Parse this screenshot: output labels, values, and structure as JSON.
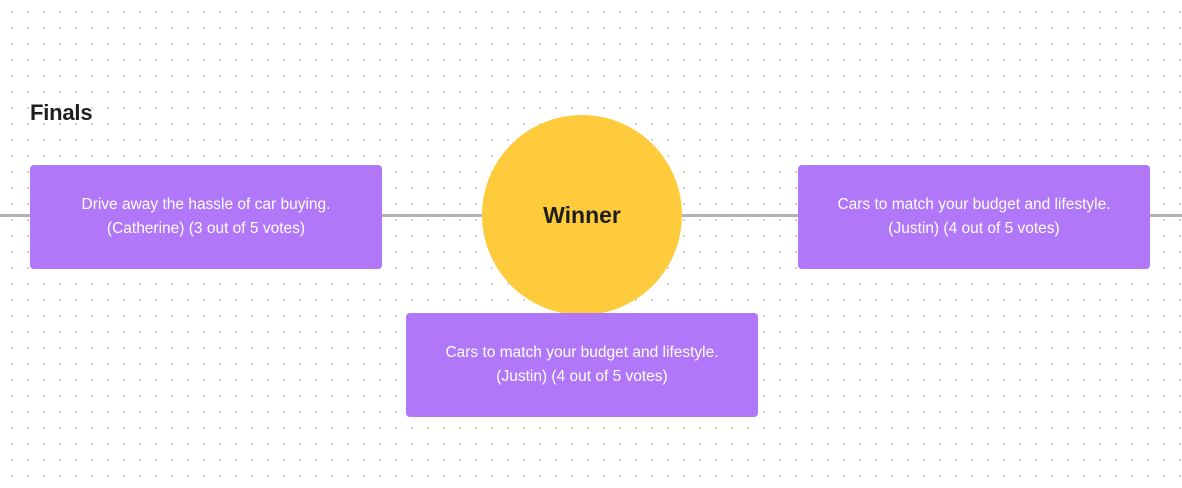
{
  "section_title": "Finals",
  "winner": {
    "label": "Winner",
    "color": "#fdcb3c"
  },
  "cards": {
    "left": {
      "slogan": "Drive away the hassle of car buying.",
      "author_votes": "(Catherine) (3 out of 5 votes)"
    },
    "right": {
      "slogan": "Cars to match your budget and lifestyle.",
      "author_votes": "(Justin) (4 out of 5 votes)"
    },
    "bottom": {
      "slogan": "Cars to match your budget and lifestyle.",
      "author_votes": "(Justin) (4 out of 5 votes)"
    }
  },
  "colors": {
    "card": "#b077f9",
    "connector": "#b3b3b3",
    "text_dark": "#1e1e1e"
  }
}
